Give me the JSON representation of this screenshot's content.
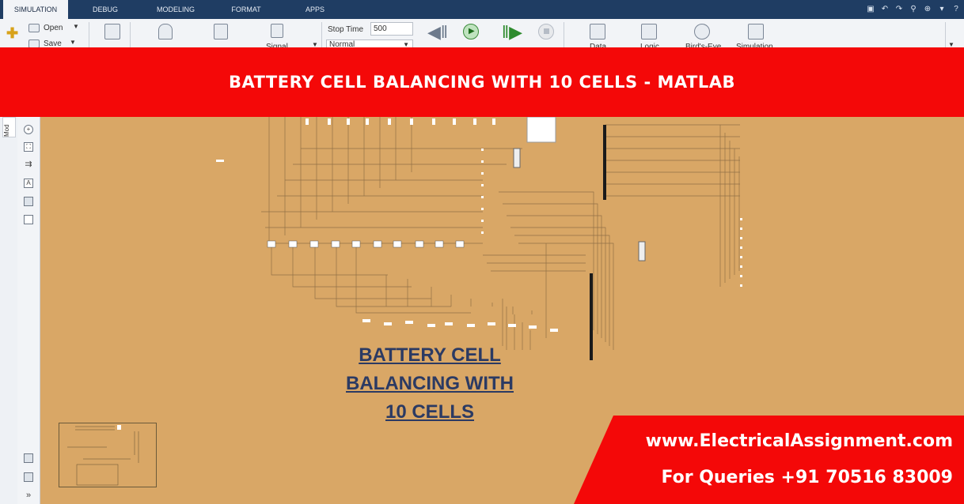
{
  "tabs": [
    {
      "label": "SIMULATION",
      "active": true
    },
    {
      "label": "DEBUG"
    },
    {
      "label": "MODELING"
    },
    {
      "label": "FORMAT"
    },
    {
      "label": "APPS"
    }
  ],
  "ribbon": {
    "file": {
      "open_label": "Open",
      "save_label": "Save"
    },
    "signal_label": "Signal",
    "stop_time_label": "Stop Time",
    "stop_time_value": "500",
    "mode_value": "Normal",
    "review": {
      "data_label": "Data",
      "logic_label": "Logic",
      "birds_eye_label": "Bird's-Eye",
      "simulation_label": "Simulation"
    }
  },
  "palette": {
    "model_tab_label": "Mod"
  },
  "banner": {
    "text": "BATTERY CELL BALANCING WITH 10 CELLS - MATLAB"
  },
  "canvas": {
    "title_lines": [
      "BATTERY CELL",
      "BALANCING WITH",
      "10 CELLS"
    ]
  },
  "promo": {
    "website": "www.ElectricalAssignment.com",
    "queries": "For Queries +91 70516 83009"
  },
  "colors": {
    "tab_bar": "#1f3d63",
    "banner": "#f40808",
    "canvas": "#d9a766",
    "title_text": "#2b3a63"
  }
}
